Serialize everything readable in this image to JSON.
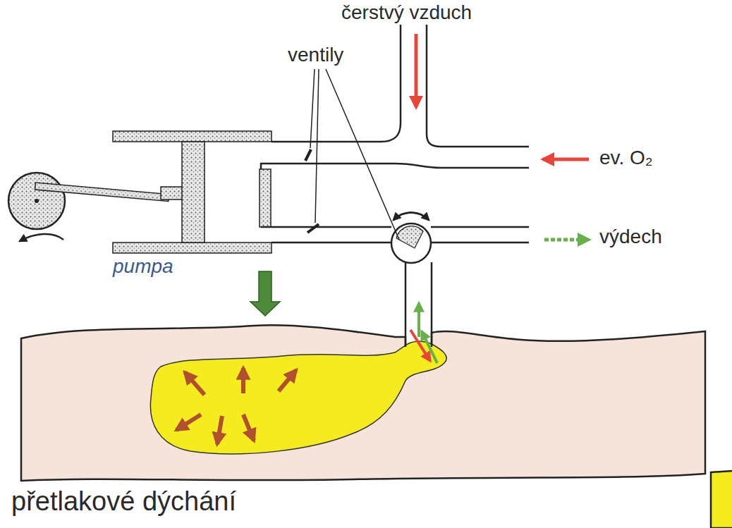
{
  "diagram": {
    "caption": "přetlakové dýchání",
    "labels": [
      "čerstvý vzduch",
      "ventily",
      "ev. O₂",
      "výdech",
      "pumpa"
    ]
  }
}
